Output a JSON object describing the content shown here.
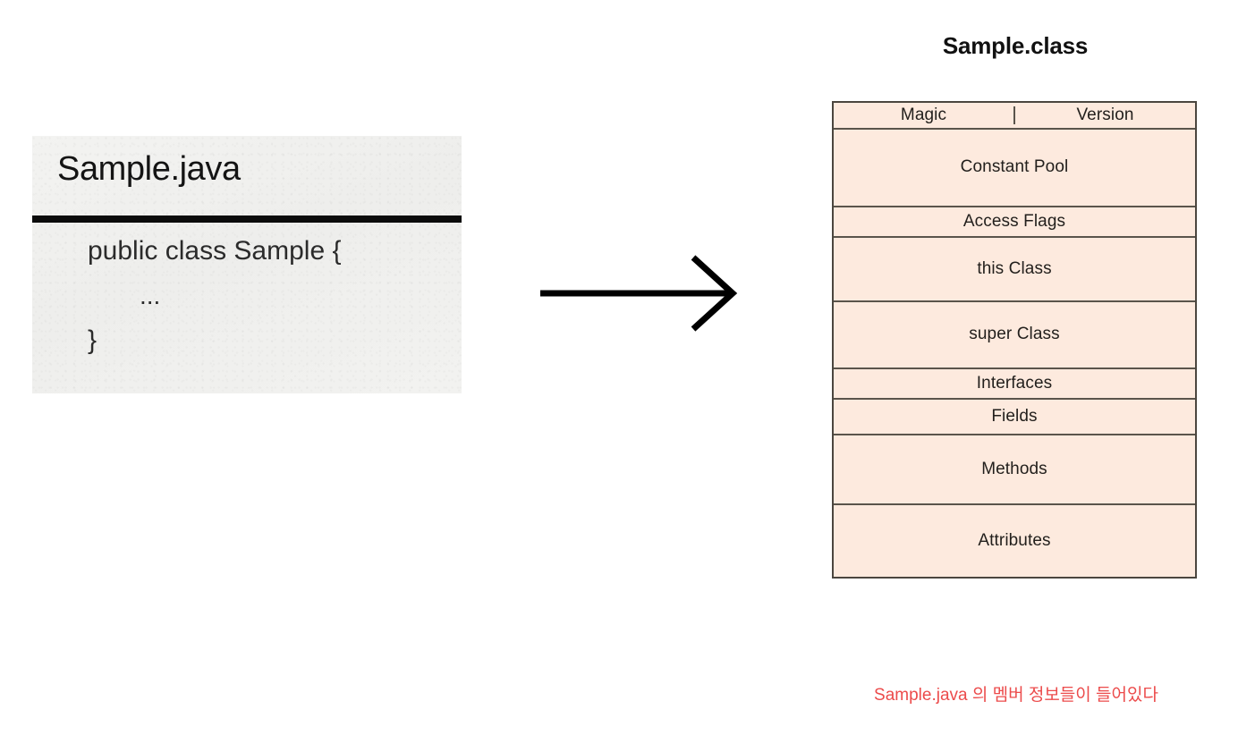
{
  "source_card": {
    "title": "Sample.java",
    "code_lines": [
      {
        "text": "public class Sample {",
        "indent": 0
      },
      {
        "text": "...",
        "indent": 1
      },
      {
        "text": "}",
        "indent": 0
      }
    ]
  },
  "arrow": {
    "icon": "right-arrow-icon",
    "color": "#000000"
  },
  "class_file": {
    "title": "Sample.class",
    "caption": "Sample.java 의 멤버 정보들이 들어있다",
    "caption_color": "#EC4B4B",
    "fill_color": "#FDEADE",
    "border_color": "#5A544B",
    "rows": [
      {
        "name": "magic-version",
        "cells": [
          "Magic",
          "Version"
        ]
      },
      {
        "name": "constant-pool",
        "cells": [
          "Constant Pool"
        ]
      },
      {
        "name": "access-flags",
        "cells": [
          "Access Flags"
        ]
      },
      {
        "name": "this-class",
        "cells": [
          "this Class"
        ]
      },
      {
        "name": "super-class",
        "cells": [
          "super Class"
        ]
      },
      {
        "name": "interfaces",
        "cells": [
          "Interfaces"
        ]
      },
      {
        "name": "fields",
        "cells": [
          "Fields"
        ]
      },
      {
        "name": "methods",
        "cells": [
          "Methods"
        ]
      },
      {
        "name": "attributes",
        "cells": [
          "Attributes"
        ]
      }
    ]
  }
}
